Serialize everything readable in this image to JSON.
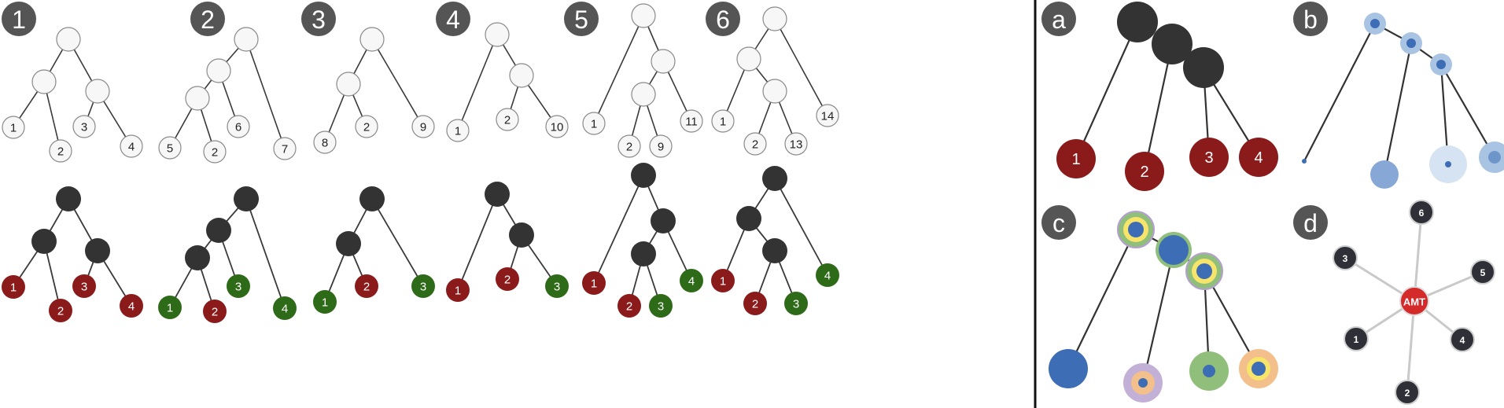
{
  "colors": {
    "white_fill": "#f7f7f7",
    "white_stroke": "#8a8a8a",
    "dark": "#333333",
    "red": "#8b1a1a",
    "green": "#2e6b18",
    "badge": "#555555",
    "blue": "#3d6db5",
    "light_blue": "#a9c3e3",
    "green_light": "#8fbf7a",
    "orange_light": "#f3c08c",
    "purple_light": "#c3b0d6",
    "amt_red": "#d42a2a",
    "divider": "#111111"
  },
  "panels": [
    {
      "label": "1",
      "leaves": [
        "1",
        "2",
        "3",
        "4"
      ],
      "colored": [
        "red",
        "red",
        "red",
        "red"
      ]
    },
    {
      "label": "2",
      "leaves": [
        "5",
        "2",
        "6",
        "7"
      ],
      "colored_labels": [
        "1",
        "2",
        "3",
        "4"
      ],
      "colored": [
        "green",
        "red",
        "green",
        "green"
      ]
    },
    {
      "label": "3",
      "leaves": [
        "8",
        "2",
        "9"
      ],
      "colored_labels": [
        "1",
        "2",
        "3"
      ],
      "colored": [
        "green",
        "red",
        "green"
      ]
    },
    {
      "label": "4",
      "leaves": [
        "1",
        "2",
        "10"
      ],
      "colored_labels": [
        "1",
        "2",
        "3"
      ],
      "colored": [
        "red",
        "red",
        "green"
      ]
    },
    {
      "label": "5",
      "leaves": [
        "1",
        "2",
        "9",
        "11"
      ],
      "colored_labels": [
        "1",
        "2",
        "3",
        "4"
      ],
      "colored": [
        "red",
        "red",
        "green",
        "green"
      ]
    },
    {
      "label": "6",
      "leaves": [
        "1",
        "2",
        "13",
        "14"
      ],
      "colored_labels": [
        "1",
        "2",
        "3",
        "4"
      ],
      "colored": [
        "red",
        "red",
        "green",
        "green"
      ]
    }
  ],
  "variants": [
    {
      "label": "a",
      "leaves": [
        "1",
        "2",
        "3",
        "4"
      ]
    },
    {
      "label": "b"
    },
    {
      "label": "c"
    },
    {
      "label": "d",
      "center": "AMT",
      "spokes": [
        "6",
        "3",
        "5",
        "1",
        "4",
        "2"
      ]
    }
  ]
}
